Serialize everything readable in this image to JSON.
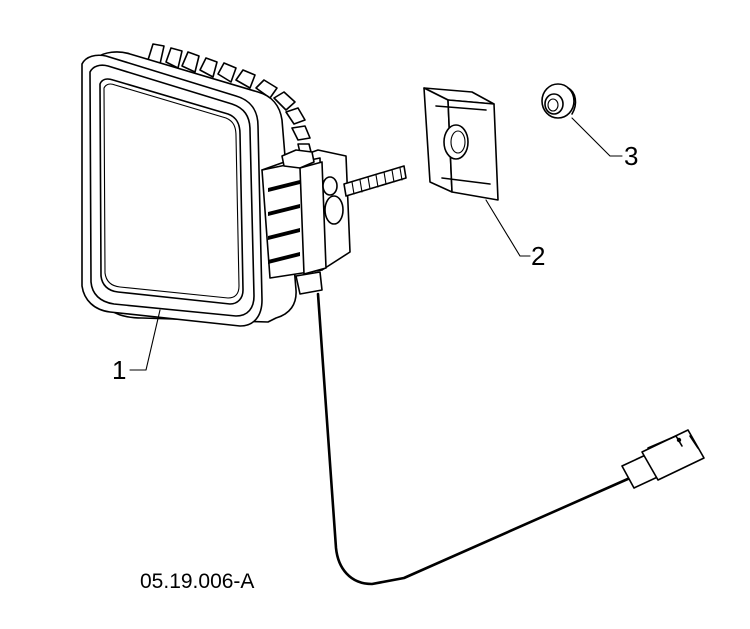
{
  "drawing": {
    "code": "05.19.006-A"
  },
  "callouts": [
    {
      "number": "1",
      "part": "work-light"
    },
    {
      "number": "2",
      "part": "mounting-bracket-nut"
    },
    {
      "number": "3",
      "part": "washer-nut"
    }
  ],
  "colors": {
    "line": "#000000",
    "background": "#ffffff"
  }
}
